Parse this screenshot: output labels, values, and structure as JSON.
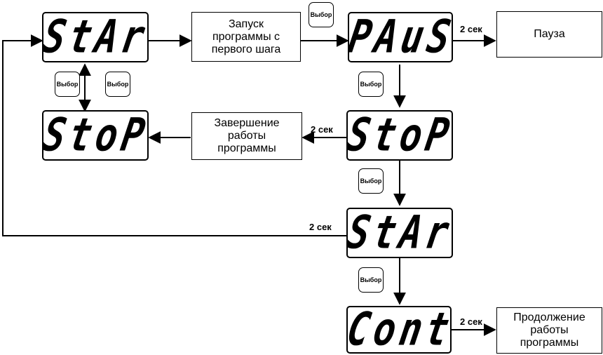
{
  "displays": {
    "start_top": "StAr",
    "pause": "PAuS",
    "stop_left": "StoP",
    "stop_right": "StoP",
    "start_mid": "StAr",
    "cont": "Cont"
  },
  "boxes": {
    "launch": "Запуск\nпрограммы с\nпервого шага",
    "pause": "Пауза",
    "finish": "Завершение\nработы\nпрограммы",
    "continue": "Продолжение\nработы\nпрограммы"
  },
  "buttons": {
    "label": "Выбор"
  },
  "timers": {
    "label": "2 сек"
  }
}
